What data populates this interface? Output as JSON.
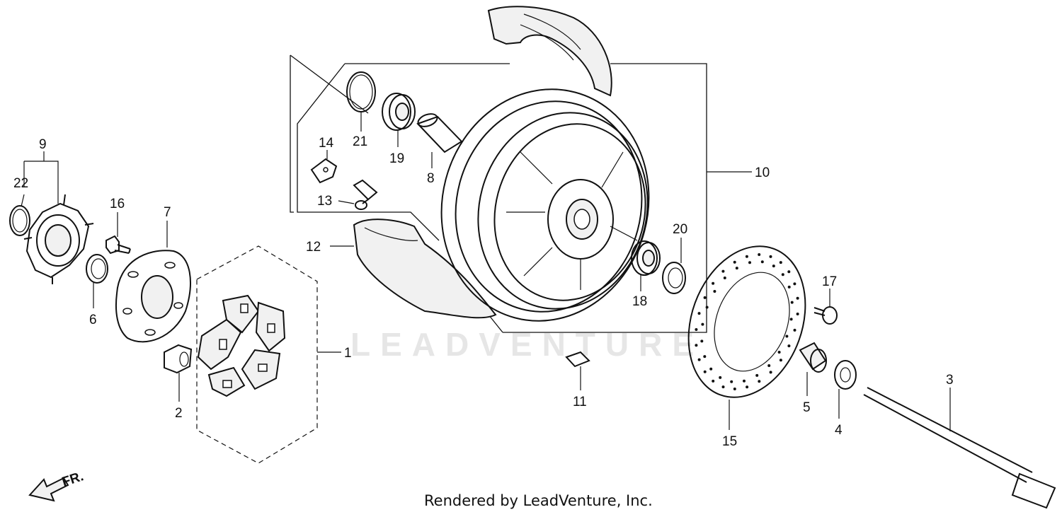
{
  "watermark": "LEADVENTURE",
  "footer": "Rendered by LeadVenture, Inc.",
  "direction_label": "FR.",
  "callouts": {
    "c1": "1",
    "c2": "2",
    "c3": "3",
    "c4": "4",
    "c5": "5",
    "c6": "6",
    "c7": "7",
    "c8": "8",
    "c9": "9",
    "c10": "10",
    "c11": "11",
    "c12": "12",
    "c13": "13",
    "c14": "14",
    "c15": "15",
    "c16": "16",
    "c17": "17",
    "c18": "18",
    "c19": "19",
    "c20": "20",
    "c21": "21",
    "c22": "22"
  }
}
